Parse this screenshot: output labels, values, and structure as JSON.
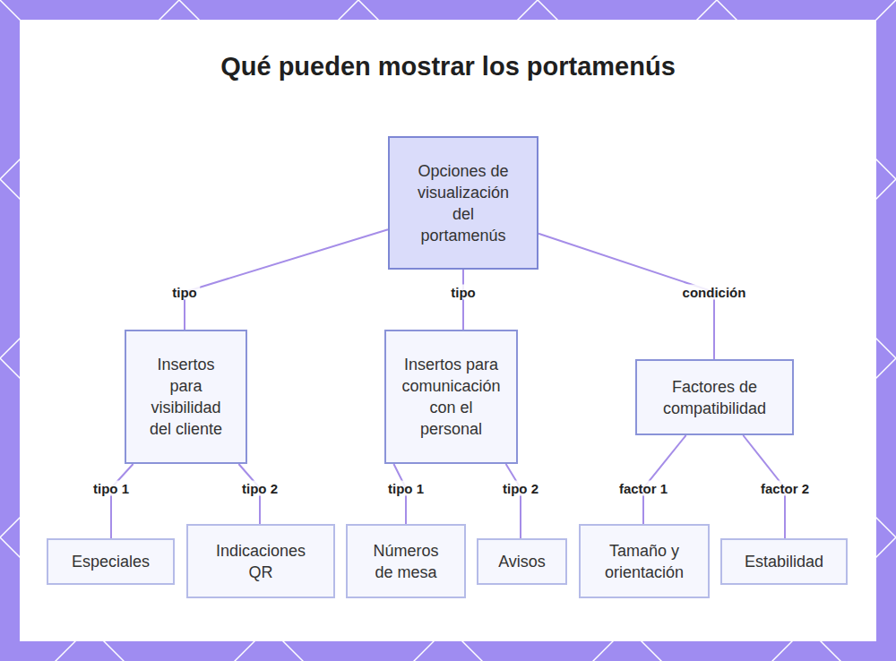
{
  "diagram": {
    "title": "Qué pueden mostrar los portamenús",
    "nodes": [
      {
        "text": [
          "Opciones de visualización del portamenús"
        ]
      },
      {
        "text": [
          "Insertos para visibilidad del cliente"
        ]
      },
      {
        "text": [
          "Insertos para comunicación con el personal"
        ]
      },
      {
        "text": [
          "Factores de compatibilidad"
        ]
      },
      {
        "text": [
          "Especiales"
        ]
      },
      {
        "text": [
          "Indicaciones QR"
        ]
      },
      {
        "text": [
          "Números de mesa"
        ]
      },
      {
        "text": [
          "Avisos"
        ]
      },
      {
        "text": [
          "Tamaño y orientación"
        ]
      },
      {
        "text": [
          "Estabilidad"
        ]
      }
    ],
    "edges": [
      {
        "from": 0,
        "to": 1,
        "label": "tipo",
        "arrow": "none"
      },
      {
        "from": 0,
        "to": 2,
        "label": "tipo",
        "arrow": "none"
      },
      {
        "from": 0,
        "to": 3,
        "label": "condición",
        "arrow": "none"
      },
      {
        "from": 1,
        "to": 4,
        "label": "tipo 1",
        "arrow": "none"
      },
      {
        "from": 1,
        "to": 5,
        "label": "tipo 2",
        "arrow": "none"
      },
      {
        "from": 2,
        "to": 6,
        "label": "tipo 1",
        "arrow": "none"
      },
      {
        "from": 2,
        "to": 7,
        "label": "tipo 2",
        "arrow": "none"
      },
      {
        "from": 3,
        "to": 8,
        "label": "factor 1",
        "arrow": "none"
      },
      {
        "from": 3,
        "to": 9,
        "label": "factor 2",
        "arrow": "none"
      }
    ]
  }
}
